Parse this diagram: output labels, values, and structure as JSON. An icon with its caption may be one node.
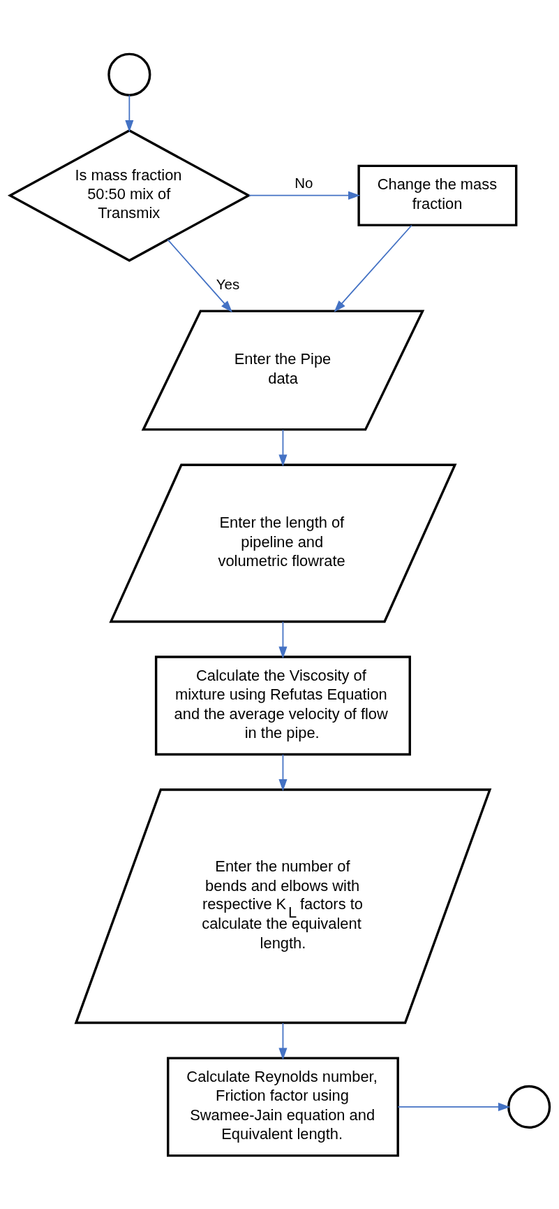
{
  "diagram": {
    "nodes": [
      {
        "text": [],
        "shape": "circle"
      },
      {
        "text": [
          "Is mass fraction 50:50 mix of Transmix"
        ]
      },
      {
        "text": [
          "Change the mass fraction"
        ]
      },
      {
        "text": [
          "Enter the Pipe data"
        ]
      },
      {
        "text": [
          "Enter the length of pipeline and volumetric flowrate"
        ]
      },
      {
        "text": [
          "Calculate the Viscosity of mixture using Refutas Equation and the average velocity of flow in the pipe."
        ]
      },
      {
        "text": [
          "Enter the number of bends and elbows with respective K$_{L}$ factors to calculate the equivalent length."
        ]
      },
      {
        "text": [
          "Calculate Reynolds number, Friction factor using Swamee-Jain equation and Equivalent length."
        ]
      },
      {
        "text": [],
        "shape": "circle"
      }
    ],
    "edges": [
      {
        "from": 0,
        "to": 1,
        "arrow": "to"
      },
      {
        "from": 1,
        "to": 3,
        "arrow": "to",
        "label": "Yes"
      },
      {
        "from": 1,
        "to": 2,
        "arrow": "to",
        "label": "No"
      },
      {
        "from": 2,
        "to": 3,
        "arrow": "to"
      },
      {
        "from": 3,
        "to": 4,
        "arrow": "to"
      },
      {
        "from": 4,
        "to": 5,
        "arrow": "to"
      },
      {
        "from": 5,
        "to": 6,
        "arrow": "to"
      },
      {
        "from": 6,
        "to": 7,
        "arrow": "to"
      },
      {
        "from": 7,
        "to": 8,
        "arrow": "to"
      }
    ]
  }
}
